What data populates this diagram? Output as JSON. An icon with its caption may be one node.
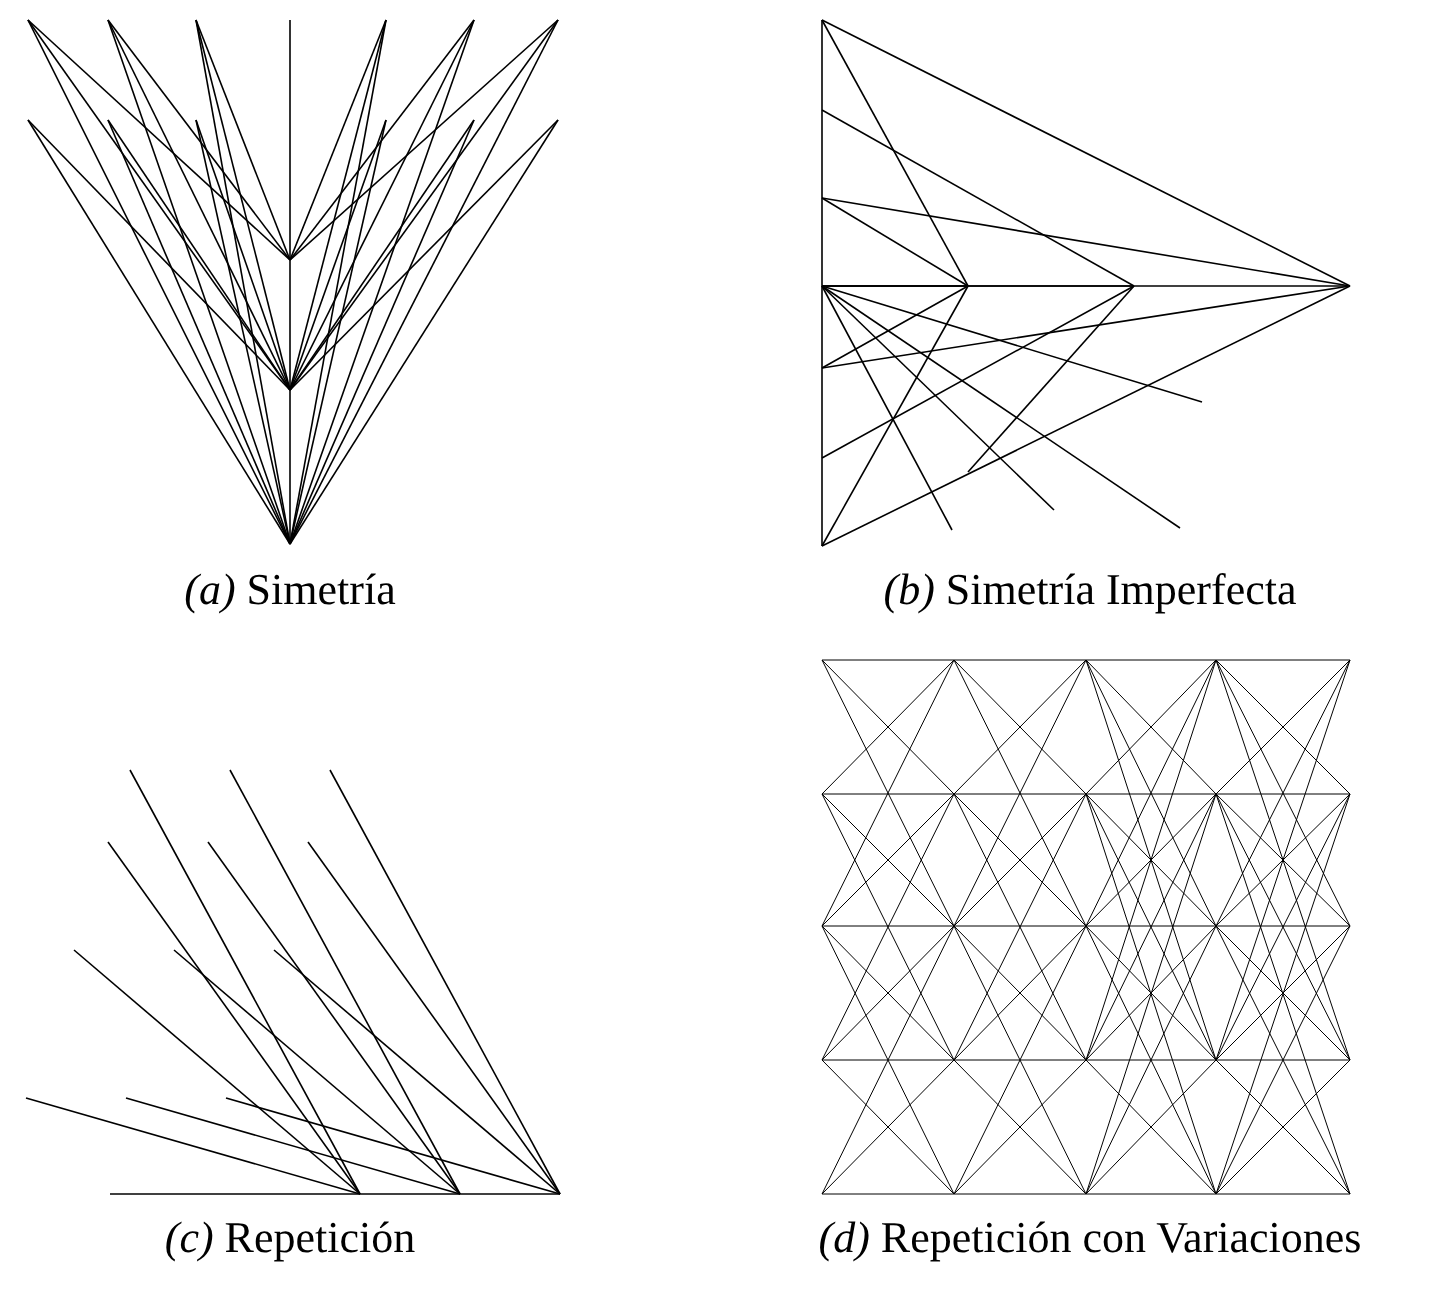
{
  "diagram": {
    "labels": [
      "*(a)* Simetría",
      "*(b)* Simetría Imperfecta",
      "*(c)* Repetición",
      "*(d)* Repetición con Variaciones"
    ]
  }
}
